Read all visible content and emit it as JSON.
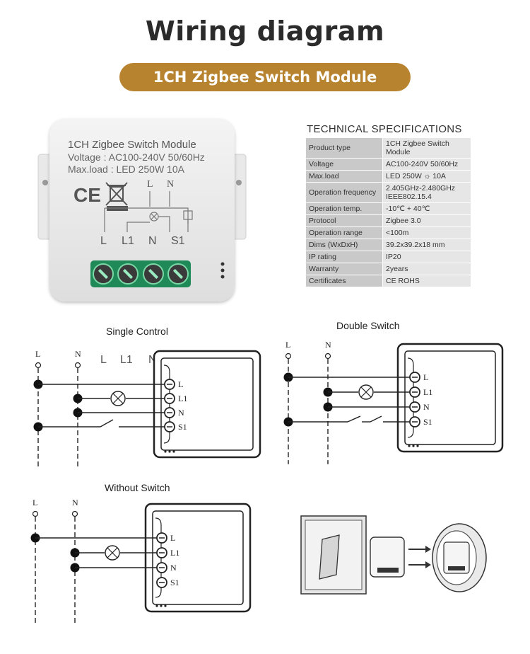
{
  "header": {
    "title": "Wiring diagram",
    "subtitle": "1CH Zigbee Switch Module"
  },
  "device": {
    "line1": "1CH Zigbee Switch Module",
    "line2": "Voltage : AC100-240V 50/60Hz",
    "line3": "Max.load : LED 250W 10A",
    "ce_mark": "CE",
    "top_terminals": [
      "L",
      "N"
    ],
    "terminals": [
      "L",
      "L1",
      "N",
      "S1"
    ]
  },
  "specs": {
    "title": "TECHNICAL SPECIFICATIONS",
    "rows": [
      {
        "key": "Product type",
        "value": "1CH Zigbee Switch Module"
      },
      {
        "key": "Voltage",
        "value": "AC100-240V 50/60Hz"
      },
      {
        "key": "Max.load",
        "value": "LED 250W  ☼ 10A"
      },
      {
        "key": "Operation frequency",
        "value": "2.405GHz-2.480GHz IEEE802.15.4"
      },
      {
        "key": "Operation temp.",
        "value": "-10℃ + 40℃"
      },
      {
        "key": "Protocol",
        "value": "Zigbee  3.0"
      },
      {
        "key": "Operation range",
        "value": "<100m"
      },
      {
        "key": "Dims (WxDxH)",
        "value": "39.2x39.2x18 mm"
      },
      {
        "key": "IP rating",
        "value": "IP20"
      },
      {
        "key": "Warranty",
        "value": "2years"
      },
      {
        "key": "Certificates",
        "value": "CE ROHS"
      }
    ]
  },
  "diagrams": {
    "single": {
      "title": "Single Control"
    },
    "double": {
      "title": "Double Switch"
    },
    "without": {
      "title": "Without Switch"
    },
    "wire_labels": {
      "line": "L",
      "neutral": "N"
    },
    "module_terminals": [
      "L",
      "L1",
      "N",
      "S1"
    ]
  }
}
